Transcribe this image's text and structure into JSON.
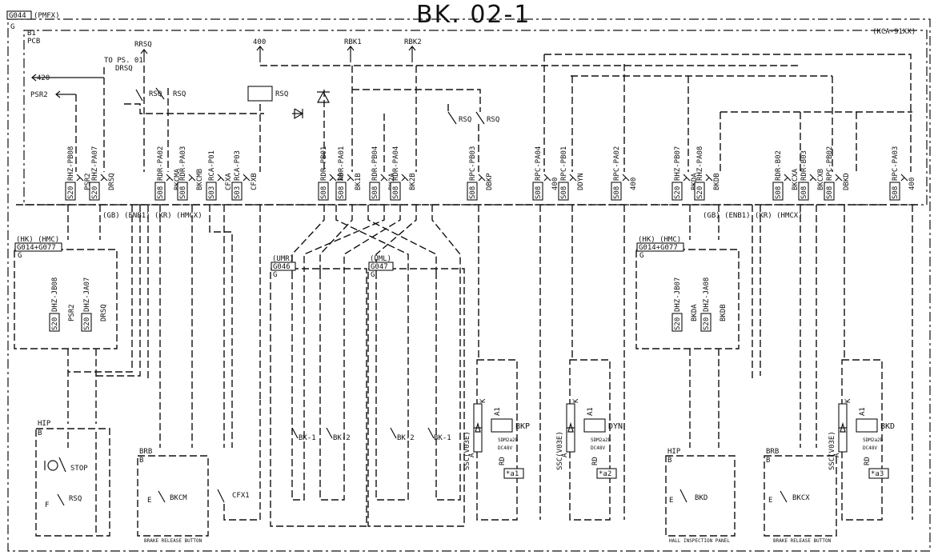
{
  "title": "BK. 02-1",
  "frame": {
    "code": "G044",
    "label": "(PMFX)",
    "sub": "G",
    "ref": "(KCA-91XX)"
  },
  "pcb": {
    "b": "B1",
    "name": "PCB"
  },
  "top_signals": {
    "rrsq": "RRSQ",
    "to_ps": "TO PS. 01",
    "drsq": "DRSQ",
    "s420": "420",
    "psr2": "PSR2",
    "s400": "400",
    "rbk1": "RBK1",
    "rbk2": "RBK2"
  },
  "relay_labels": {
    "rsq_a": "RSQ",
    "rsq_b": "RSQ",
    "rsq_coil": "RSQ",
    "rsq_c": "RSQ",
    "rsq_d": "RSQ"
  },
  "connectors": [
    {
      "s": "S20",
      "pin": "RHZ-PB08",
      "sig": "PSR2"
    },
    {
      "s": "S20",
      "pin": "RHZ-PA07",
      "sig": "DRSQ"
    },
    {
      "s": "S08",
      "pin": "RDR-PA02",
      "sig": "BKCMA"
    },
    {
      "s": "S08",
      "pin": "RDR-PA03",
      "sig": "BKCMB"
    },
    {
      "s": "S03",
      "pin": "RCA-P01",
      "sig": "CFXA"
    },
    {
      "s": "S03",
      "pin": "RCA-P03",
      "sig": "CFXB"
    },
    {
      "s": "S08",
      "pin": "RDR-PB01",
      "sig": "BK1A"
    },
    {
      "s": "S08",
      "pin": "RDR-PA01",
      "sig": "BK1B"
    },
    {
      "s": "S08",
      "pin": "RDR-PB04",
      "sig": "BK2A"
    },
    {
      "s": "S08",
      "pin": "RDR-PA04",
      "sig": "BK2B"
    },
    {
      "s": "S08",
      "pin": "RPC-PB03",
      "sig": "DBKP"
    },
    {
      "s": "S08",
      "pin": "RPC-PA04",
      "sig": "400"
    },
    {
      "s": "S08",
      "pin": "RPC-PB01",
      "sig": "DDYN"
    },
    {
      "s": "S08",
      "pin": "RPC-PA02",
      "sig": "400"
    },
    {
      "s": "S20",
      "pin": "RHZ-PB07",
      "sig": "BKDA"
    },
    {
      "s": "S20",
      "pin": "RHZ-PA08",
      "sig": "BKDB"
    },
    {
      "s": "S08",
      "pin": "RDR-B02",
      "sig": "BKCXA"
    },
    {
      "s": "S08",
      "pin": "RDR-B03",
      "sig": "BKCXB"
    },
    {
      "s": "S08",
      "pin": "RPC-PB02",
      "sig": "DBKD"
    },
    {
      "s": "S08",
      "pin": "RPC-PA03",
      "sig": "400"
    }
  ],
  "bus_label": "(GB) (ENB1) (KR) (HMCX)",
  "left_hk": {
    "hdr": "(HK) (HMC)",
    "code": "G014+G077",
    "sub": "G",
    "pins": [
      {
        "s": "S20",
        "pin": "DHZ-JB08",
        "sig": "PSR2"
      },
      {
        "s": "S20",
        "pin": "DHZ-JA07",
        "sig": "DRSQ"
      }
    ]
  },
  "right_hk": {
    "hdr": "(HK) (HMC)",
    "code": "G014+G077",
    "sub": "G",
    "pins": [
      {
        "s": "S20",
        "pin": "DHZ-JB07",
        "sig": "BKDA"
      },
      {
        "s": "S20",
        "pin": "DHZ-JA08",
        "sig": "BKDB"
      }
    ]
  },
  "umr": {
    "hdr": "(UMR)",
    "code": "G046",
    "sub": "G"
  },
  "uml": {
    "hdr": "(UML)",
    "code": "G047",
    "sub": "G"
  },
  "bk_switches": [
    "BK-1",
    "BK-2",
    "BK-2",
    "BK-1"
  ],
  "hip_left": {
    "name": "HIP",
    "sub": "B",
    "stop": "STOP",
    "rsq": "RSQ",
    "f": "F"
  },
  "brb_left": {
    "name": "BRB",
    "sub": "B",
    "e": "E",
    "sw": "BKCM",
    "caption": "BRAKE RELEASE BUTTON"
  },
  "cfx1": "CFX1",
  "hip_right": {
    "name": "HIP",
    "sub": "B",
    "e": "E",
    "sw": "BKD",
    "caption": "HALL INSPECTION PANEL"
  },
  "brb_right": {
    "name": "BRB",
    "sub": "B",
    "e": "E",
    "sw": "BKCX",
    "caption": "BRAKE RELEASE BUTTON"
  },
  "ssc_units": [
    {
      "ssc": "SSC(V03E)",
      "k": "K",
      "a": "A",
      "a1": "A1",
      "coil": "BKP",
      "model": "SDM2a2b",
      "volt": "DC48V",
      "rd": "RD",
      "note": "*a1"
    },
    {
      "ssc": "SSC(V03E)",
      "k": "K",
      "a": "A",
      "a1": "A1",
      "coil": "DYN",
      "model": "SDM2a2b",
      "volt": "DC48V",
      "rd": "RD",
      "note": "*a2"
    },
    {
      "ssc": "SSC(V03E)",
      "k": "K",
      "a": "A",
      "a1": "A1",
      "coil": "BKD",
      "model": "SDM2a2b",
      "volt": "DC48V",
      "rd": "RD",
      "note": "*a3"
    }
  ]
}
